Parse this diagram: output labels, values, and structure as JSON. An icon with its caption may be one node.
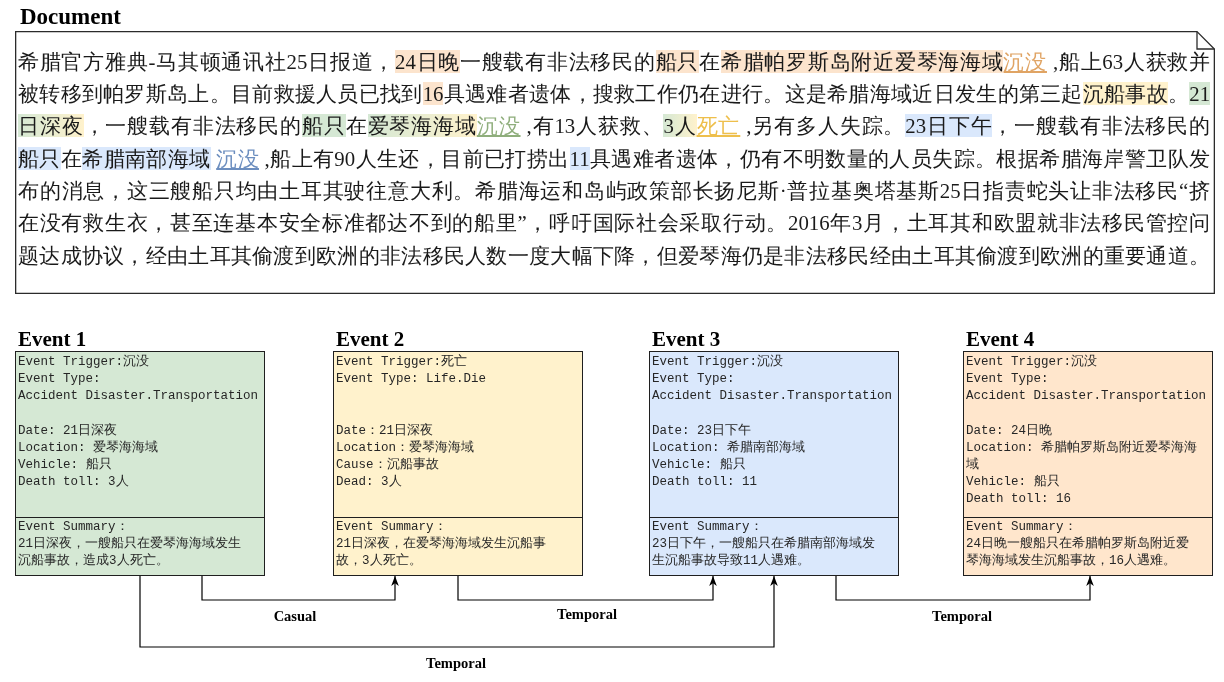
{
  "diagram": {
    "nodes": [
      {
        "text": [
          "Document",
          "希腊官方雅典-马其顿通讯社25日报道，24日晚一艘载有非法移民的船只在希腊帕罗斯岛附近爱琴海海域沉没 ,船上63人获救并被转移到帕罗斯岛上。目前救援人员已找到16具遇难者遗体，搜救工作仍在进行。这是希腊海域近日发生的第三起沉船事故。21日深夜，一艘载有非法移民的船只在爱琴海海域沉没 ,有13人获救、3人死亡 ,另有多人失踪。23日下午，一艘载有非法移民的船只在希腊南部海域 沉没 ,船上有90人生还，目前已打捞出11具遇难者遗体，仍有不明数量的人员失踪。根据希腊海岸警卫队发布的消息，这三艘船只均由土耳其驶往意大利。希腊海运和岛屿政策部长扬尼斯·普拉基奥塔基斯25日指责蛇头让非法移民“挤在没有救生衣，甚至连基本安全标准都达不到的船里”，呼吁国际社会采取行动。2016年3月，土耳其和欧盟就非法移民管控问题达成协议，经由土耳其偷渡到欧洲的非法移民人数一度大幅下降，但爱琴海仍是非法移民经由土耳其偷渡到欧洲的重要通道。"
        ]
      },
      {
        "text": [
          "Event 1",
          "Event Trigger:沉没",
          "Event Type: Accident Disaster.Transportation",
          "Date: 21日深夜",
          "Location: 爱琴海海域",
          "Vehicle: 船只",
          "Death toll: 3人",
          "Event Summary：",
          "21日深夜，一艘船只在爱琴海海域发生沉船事故，造成3人死亡。"
        ]
      },
      {
        "text": [
          "Event 2",
          "Event Trigger:死亡",
          "Event Type: Life.Die",
          "Date：21日深夜",
          "Location：爱琴海海域",
          "Cause：沉船事故",
          "Dead: 3人",
          "Event Summary：",
          "21日深夜，在爱琴海海域发生沉船事故，3人死亡。"
        ]
      },
      {
        "text": [
          "Event 3",
          "Event Trigger:沉没",
          "Event Type: Accident Disaster.Transportation",
          "Date: 23日下午",
          "Location: 希腊南部海域",
          "Vehicle: 船只",
          "Death toll: 11",
          "Event Summary：",
          "23日下午，一艘船只在希腊南部海域发生沉船事故导致11人遇难。"
        ]
      },
      {
        "text": [
          "Event 4",
          "Event Trigger:沉没",
          "Event Type: Accident Disaster.Transportation",
          "Date: 24日晚",
          "Location: 希腊帕罗斯岛附近爱琴海海域",
          "Vehicle: 船只",
          "Death toll: 16",
          "Event Summary：",
          "24日晚一艘船只在希腊帕罗斯岛附近爱琴海海域发生沉船事故，16人遇难。"
        ]
      }
    ],
    "edges": [
      {
        "from": 1,
        "to": 2,
        "arrow": "to",
        "label": "Casual"
      },
      {
        "from": 2,
        "to": 3,
        "arrow": "to",
        "label": "Temporal"
      },
      {
        "from": 1,
        "to": 3,
        "arrow": "to",
        "label": "Temporal"
      },
      {
        "from": 3,
        "to": 4,
        "arrow": "to",
        "label": "Temporal"
      }
    ]
  }
}
